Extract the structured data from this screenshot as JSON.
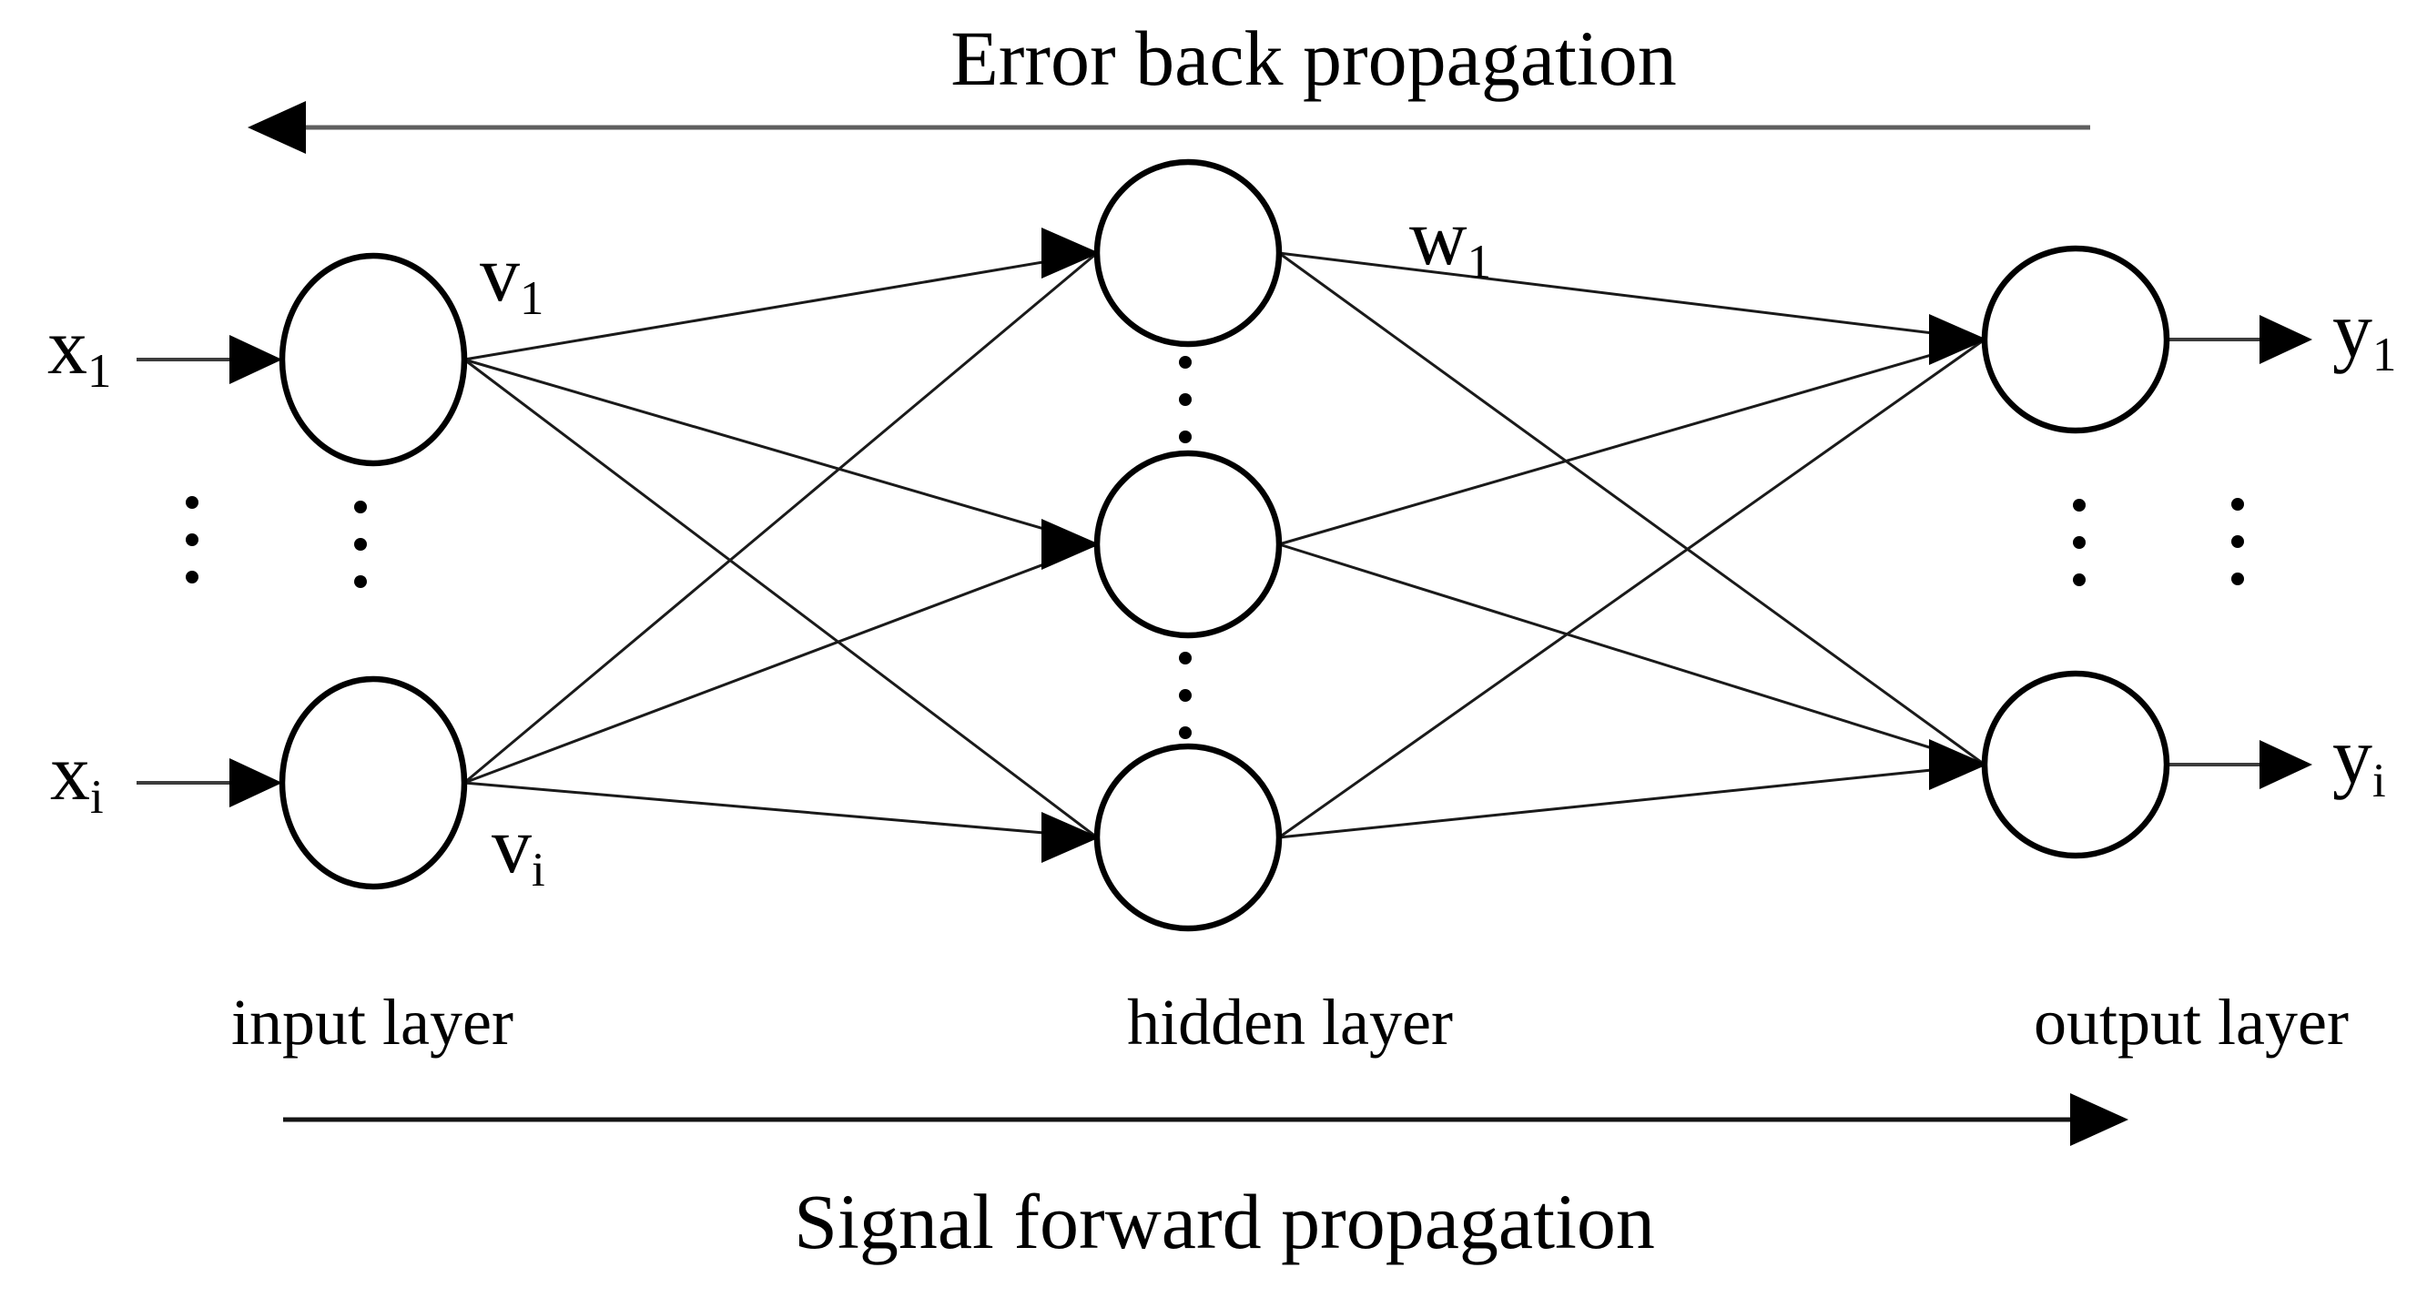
{
  "titles": {
    "back_propagation": "Error back propagation",
    "forward_propagation": "Signal forward propagation"
  },
  "layer_labels": {
    "input": "input layer",
    "hidden": "hidden layer",
    "output": "output layer"
  },
  "node_labels": {
    "x1": {
      "main": "x",
      "sub": "1"
    },
    "xi": {
      "main": "x",
      "sub": "i"
    },
    "v1": {
      "main": "v",
      "sub": "1"
    },
    "vi": {
      "main": "v",
      "sub": "i"
    },
    "w1": {
      "main": "w",
      "sub": "1"
    },
    "y1": {
      "main": "y",
      "sub": "1"
    },
    "yi": {
      "main": "y",
      "sub": "i"
    }
  },
  "structure": {
    "visible_input_nodes": 2,
    "visible_hidden_nodes": 3,
    "visible_output_nodes": 2,
    "connections": "fully connected between adjacent layers",
    "ellipsis_columns": 6
  },
  "colors": {
    "ink": "#000000",
    "background": "#ffffff"
  }
}
